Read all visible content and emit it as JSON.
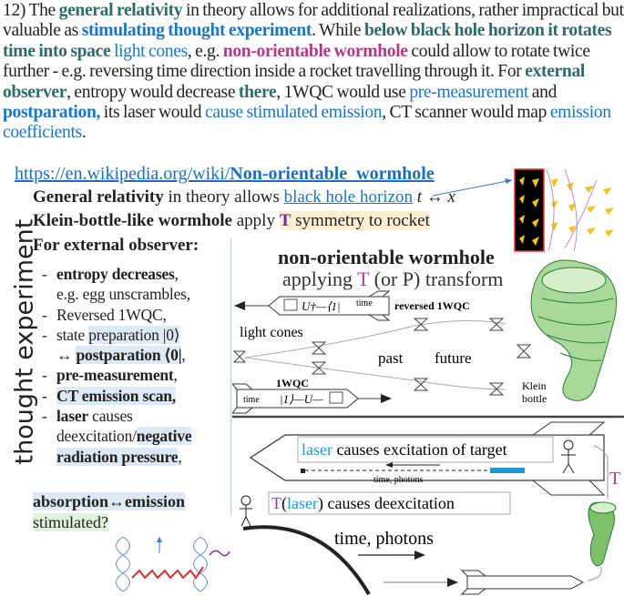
{
  "intro": [
    {
      "t": "12) The ",
      "c": ""
    },
    {
      "t": "general relativity",
      "c": "teal"
    },
    {
      "t": " in theory allows for additional realizations, rather impractical but valuable as ",
      "c": ""
    },
    {
      "t": "stimulating thought experiment",
      "c": "blueb"
    },
    {
      "t": ". While ",
      "c": ""
    },
    {
      "t": "below black hole horizon it rotates time into space",
      "c": "teal"
    },
    {
      "t": " ",
      "c": ""
    },
    {
      "t": "light cones",
      "c": "blue"
    },
    {
      "t": ", e.g. ",
      "c": ""
    },
    {
      "t": "non-orientable wormhole",
      "c": "mag"
    },
    {
      "t": " could allow to rotate twice further - e.g. reversing time direction inside a rocket travelling through it. For ",
      "c": ""
    },
    {
      "t": "external observer",
      "c": "teal"
    },
    {
      "t": ", entropy would decrease ",
      "c": ""
    },
    {
      "t": "there",
      "c": "teal"
    },
    {
      "t": ", 1WQC would use ",
      "c": ""
    },
    {
      "t": "pre-measurement",
      "c": "blue"
    },
    {
      "t": " and ",
      "c": ""
    },
    {
      "t": "postparation,",
      "c": "blueb"
    },
    {
      "t": " its laser would ",
      "c": ""
    },
    {
      "t": "cause stimulated emission",
      "c": "blue"
    },
    {
      "t": ", CT scanner would map ",
      "c": ""
    },
    {
      "t": "emission coefficients",
      "c": "blue"
    },
    {
      "t": ".",
      "c": ""
    }
  ],
  "link": {
    "prefix": "https://en.wikipedia.org/wiki/",
    "page": "Non-orientable_wormhole"
  },
  "lines": {
    "gr_bold": "General relativity",
    "gr_text": " in theory allows ",
    "gr_link": "black hole horizon",
    "gr_sym": " t ↔ x",
    "kb_bold": "Klein-bottle-like wormhole",
    "kb_text": " apply ",
    "kb_T": "T",
    "kb_rest": " symmetry to rocket",
    "ext": "For external observer:"
  },
  "vertical_label": "thought experiment",
  "list": {
    "i1b": "entropy decreases",
    "i1": ",",
    "i1c": "e.g. egg unscrambles,",
    "i2": "Reversed 1WQC,",
    "i3": "state ",
    "i3h": "preparation |0⟩",
    "i3c1": "↔ ",
    "i3b": "postparation ⟨0|",
    ",": ",",
    "i4b": "pre-measurement",
    "i4": ",",
    "i5b": "CT emission scan,",
    "i6b": "laser",
    "i6": " causes",
    "i6c": "deexcitation/",
    "i6cb": "negative",
    "i6d": "radiation pressure",
    "dash": "-"
  },
  "bottom": {
    "l1": "absorption↔emission",
    "l2": "stimulated?"
  },
  "diagram": {
    "title1": "non-orientable wormhole",
    "title2a": "applying ",
    "title2T": "T",
    "title2b": " (or P) transform",
    "rev_label": "reversed 1WQC",
    "rev_formula": "U†—⟨1|",
    "time": "time",
    "light_cones": "light cones",
    "past": "past",
    "future": "future",
    "wqc": "1WQC",
    "wqc_formula": "|1⟩—U—",
    "klein1": "Klein",
    "klein2": "bottle",
    "laser": "laser",
    "excite": " causes excitation of target",
    "time_photons_small": "time, photons",
    "T": "T",
    "laser2": "laser",
    "deexcite": ") causes deexcitation",
    "paren": "(",
    "time_photons": "time, photons",
    "T_side": "T"
  },
  "colors": {
    "teal": "#2f6b68",
    "blue": "#1a76c4",
    "magenta": "#b03a88",
    "purple": "#6b2f9a",
    "laserblue": "#1a9ad8"
  }
}
